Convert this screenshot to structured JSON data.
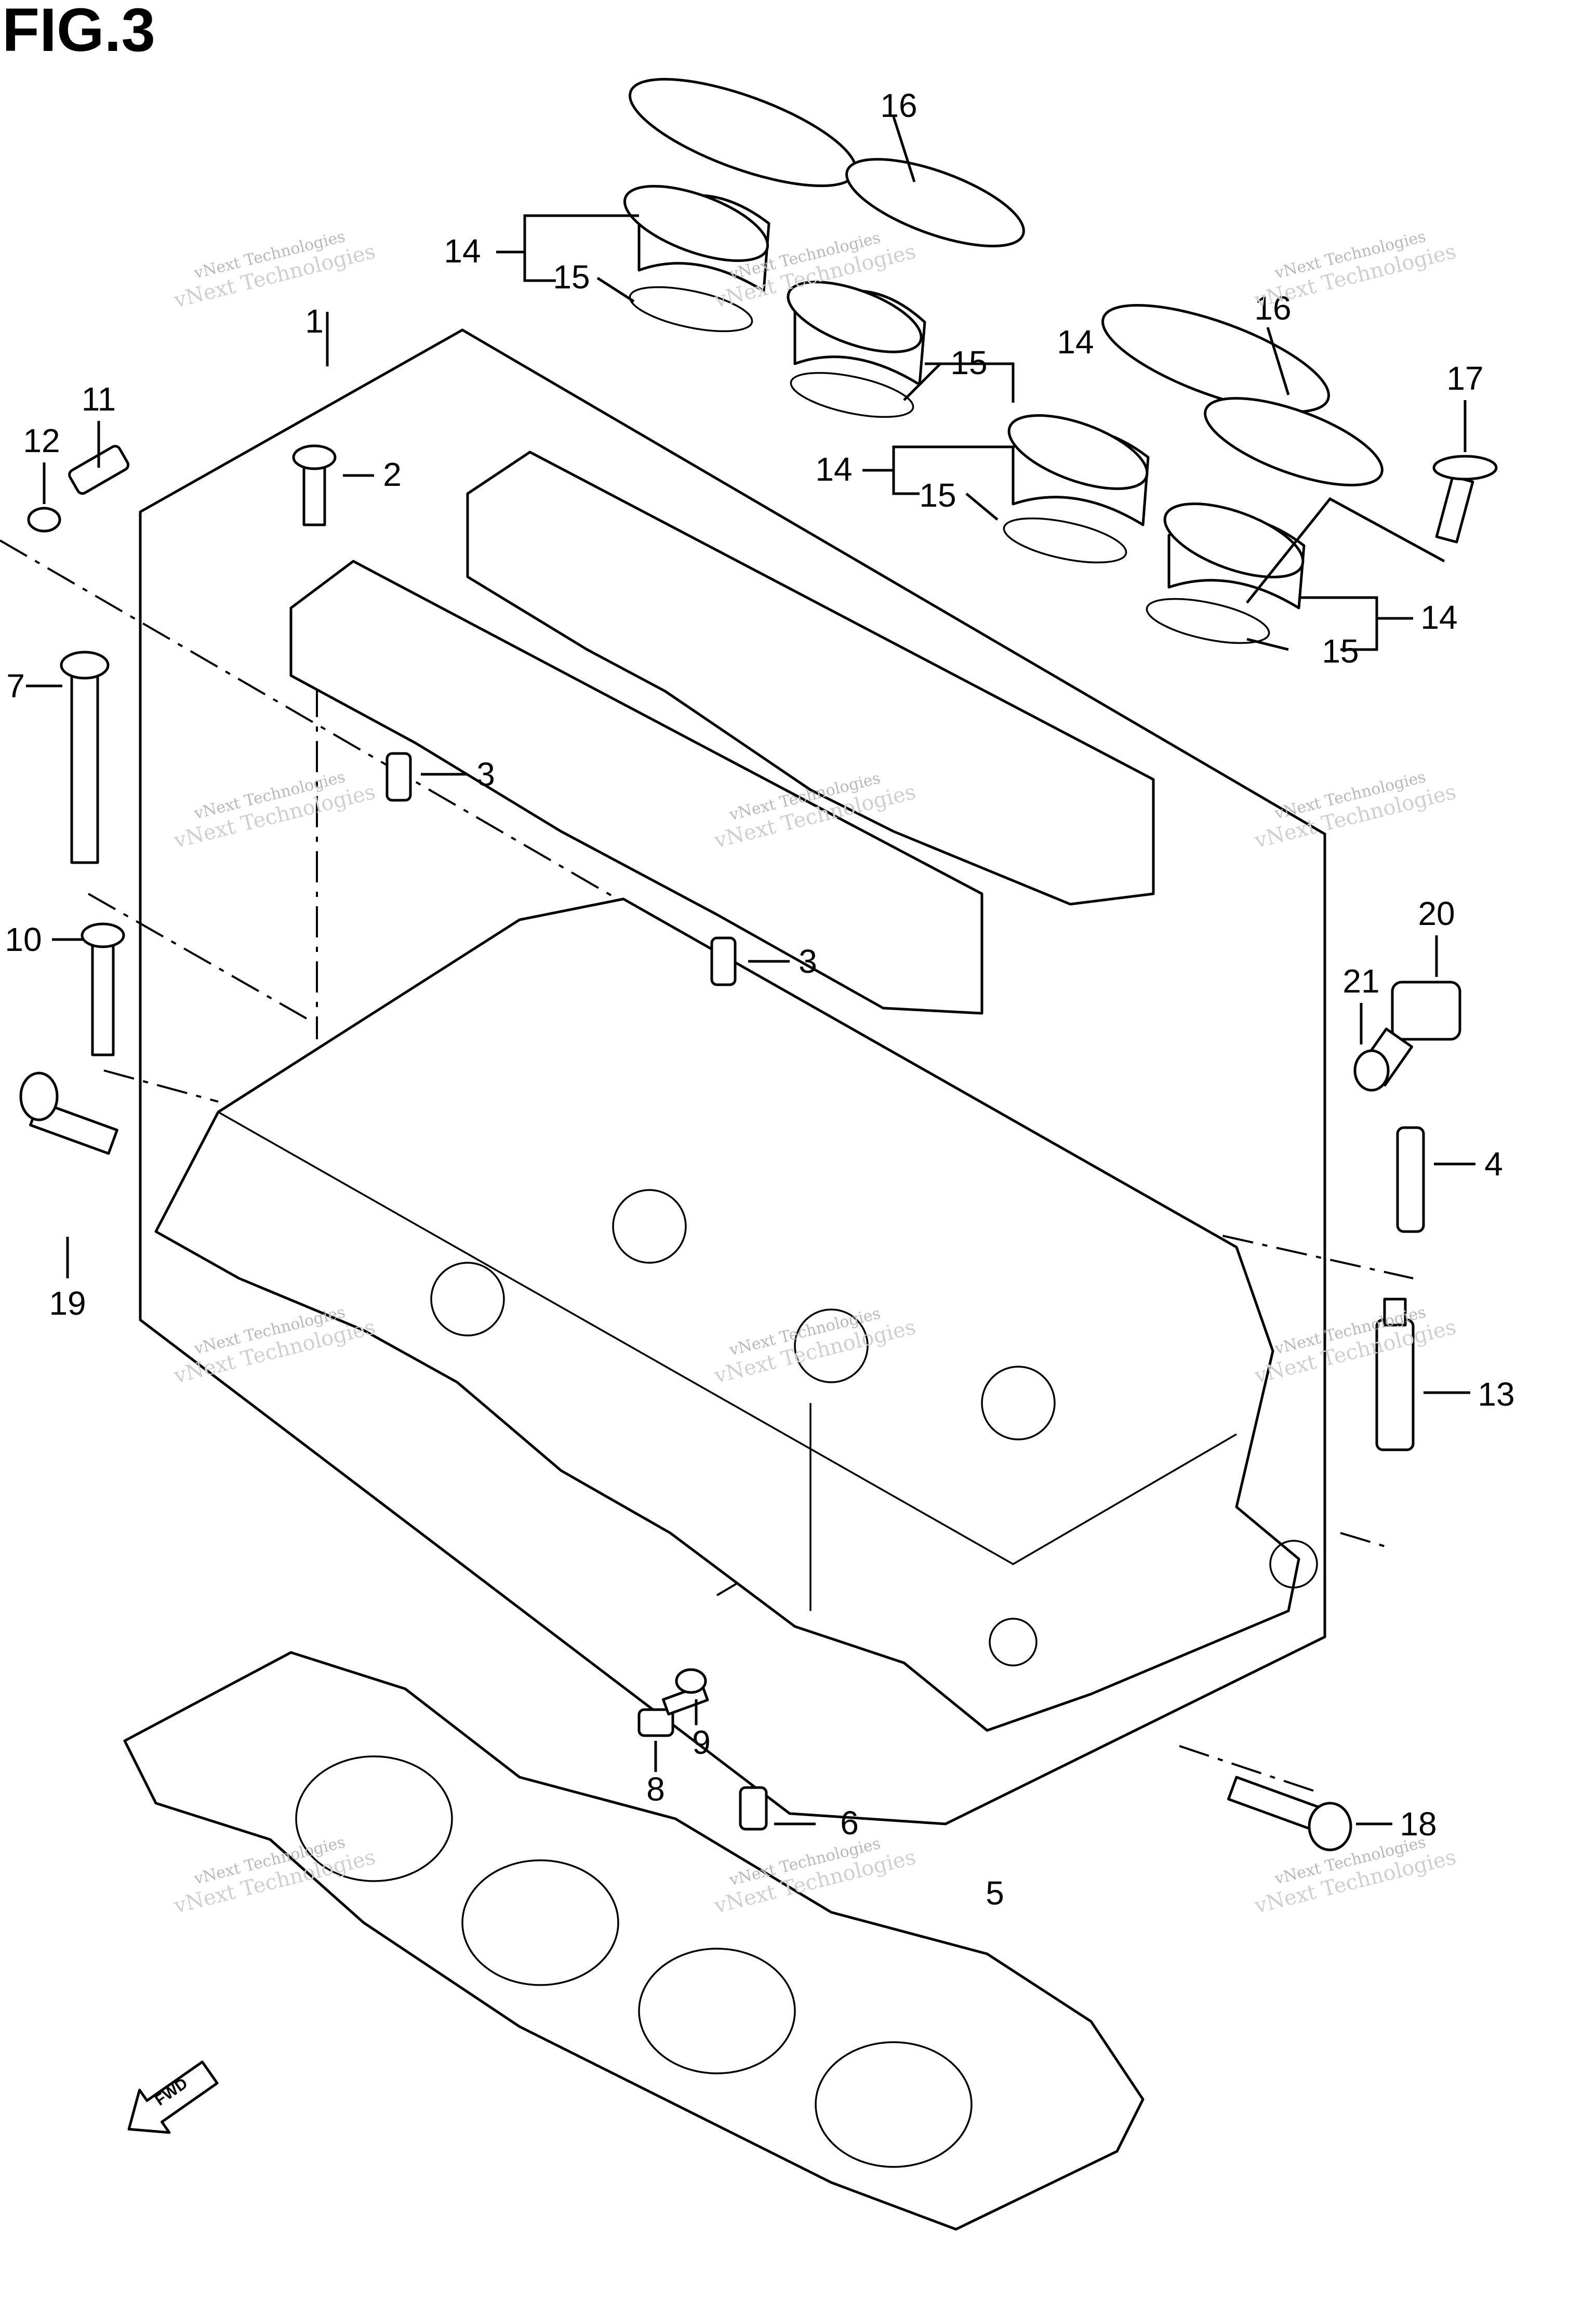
{
  "figure": {
    "title": "FIG.3"
  },
  "callouts": [
    "1",
    "2",
    "3",
    "3",
    "4",
    "5",
    "6",
    "7",
    "8",
    "9",
    "10",
    "11",
    "12",
    "13",
    "14",
    "14",
    "14",
    "14",
    "15",
    "15",
    "15",
    "15",
    "16",
    "16",
    "17",
    "18",
    "19",
    "20",
    "21"
  ],
  "watermark": {
    "line1": "vNext Technologies",
    "line2": "vNext Technologies"
  },
  "fwd_label": "FWD"
}
